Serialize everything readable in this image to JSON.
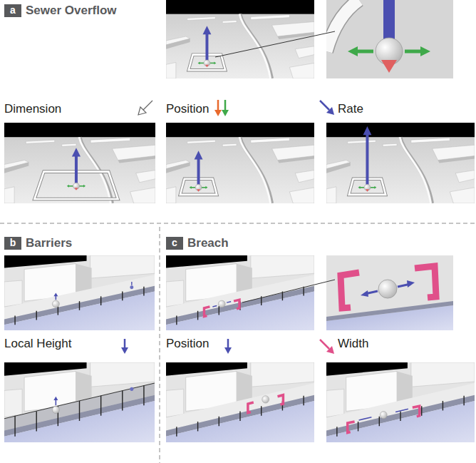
{
  "diagram": {
    "nodes": [
      {
        "text": [
          "a",
          "Sewer Overflow"
        ]
      },
      {
        "text": [
          "b",
          "Barriers"
        ]
      },
      {
        "text": [
          "c",
          "Breach"
        ]
      }
    ],
    "labels": [
      "Dimension",
      "Position",
      "Rate",
      "Local Height",
      "Position",
      "Width"
    ]
  }
}
